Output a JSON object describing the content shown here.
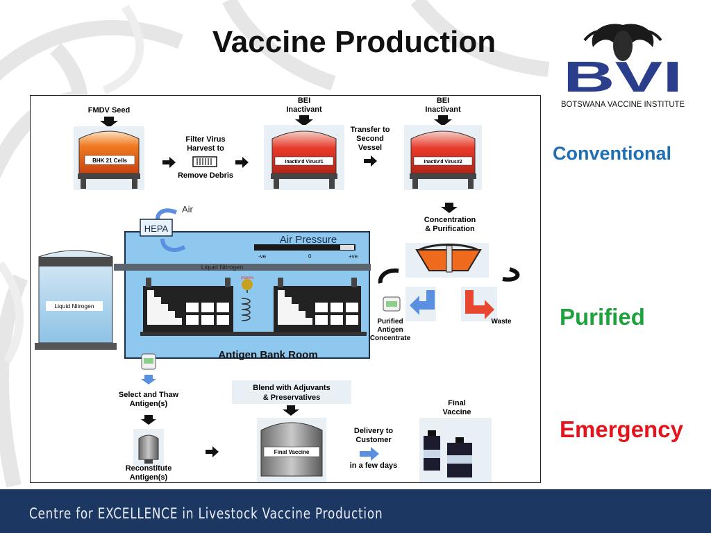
{
  "slide": {
    "title": "Vaccine Production",
    "footer": "Centre for EXCELLENCE in Livestock Vaccine Production"
  },
  "logo": {
    "letters": "BVI",
    "name": "BOTSWANA VACCINE INSTITUTE",
    "color": "#2a3e8c"
  },
  "side_labels": {
    "conventional": "Conventional",
    "purified": "Purified",
    "emergency": "Emergency"
  },
  "diagram": {
    "fmdv_seed": "FMDV Seed",
    "bhk_cells": "BHK 21 Cells",
    "filter_line1": "Filter Virus",
    "filter_line2": "Harvest  to",
    "remove_debris": "Remove Debris",
    "bei1_line1": "BEI",
    "bei1_line2": "Inactivant",
    "inactivated_1": "Inactiv'd Virus#1",
    "transfer_line1": "Transfer to",
    "transfer_line2": "Second",
    "transfer_line3": "Vessel",
    "bei2_line1": "BEI",
    "bei2_line2": "Inactivant",
    "inactivated_2": "Inactiv'd Virus#2",
    "concentration_line1": "Concentration",
    "concentration_line2": "& Purification",
    "air": "Air",
    "hepa": "HEPA",
    "air_pressure": "Air Pressure",
    "neg": "-ve",
    "zero": "0",
    "pos": "+ve",
    "liquid_nitrogen_pipe": "Liquid Nitrogen",
    "alarm": "Alarms",
    "liquid_nitrogen_tank": "Liquid Nitrogen",
    "antigen_bank": "Antigen Bank Room",
    "purified_line1": "Purified",
    "purified_line2": "Antigen",
    "purified_line3": "Concentrate",
    "waste": "Waste",
    "select_line1": "Select and Thaw",
    "select_line2": "Antigen(s)",
    "reconstitute_line1": "Reconstitute",
    "reconstitute_line2": "Antigen(s)",
    "blend_line1": "Blend with Adjuvants",
    "blend_line2": "&  Preservatives",
    "final_vaccine_tank": "Final Vaccine",
    "delivery_line1": "Delivery to",
    "delivery_line2": "Customer",
    "delivery_line3": "in a few days",
    "final_line1": "Final",
    "final_line2": "Vaccine"
  },
  "colors": {
    "footer": "#1d3763",
    "conventional": "#1f6fb5",
    "purified": "#1ea23c",
    "emergency": "#e3141b",
    "room": "#8fc8ee",
    "tank_orange": "#f06a1e",
    "tank_red": "#e83a2a"
  }
}
